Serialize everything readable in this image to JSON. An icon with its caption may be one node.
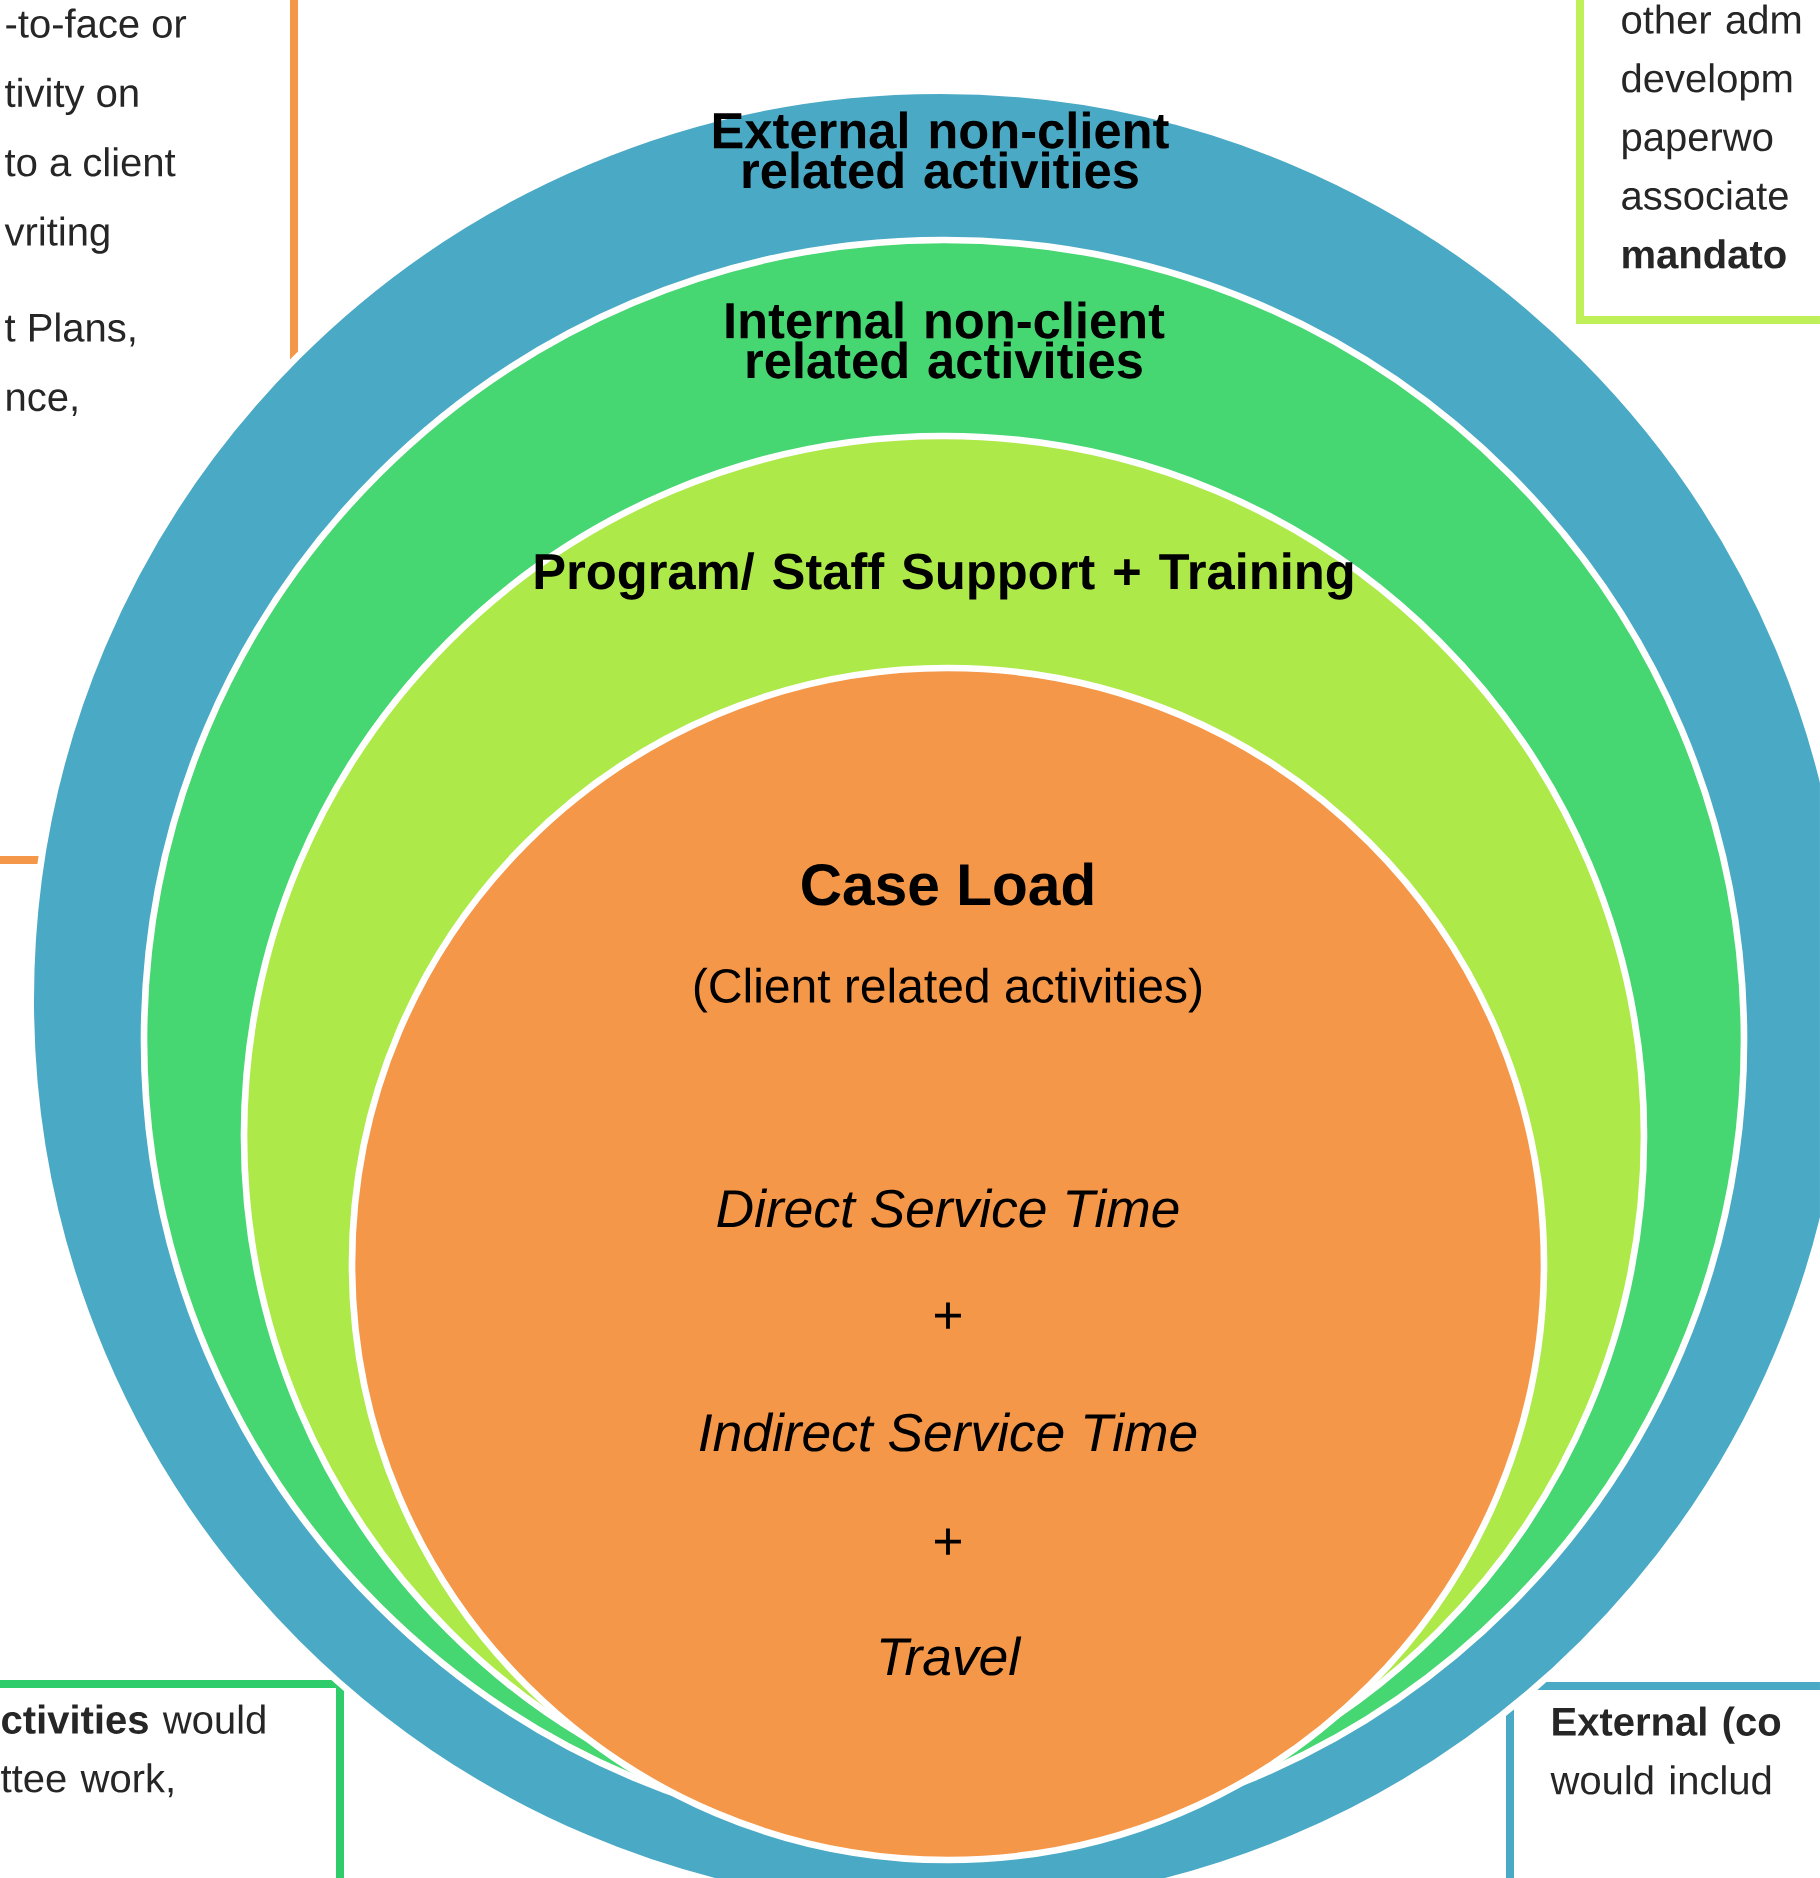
{
  "diagram": {
    "nodes": [
      {
        "text": [
          "External non-client related activities"
        ]
      },
      {
        "text": [
          "Internal non-client related activities"
        ],
        "in": 0
      },
      {
        "text": [
          "Program/ Staff Support + Training"
        ],
        "in": 1
      },
      {
        "text": [
          "Case Load",
          "(Client related activities)",
          "Direct Service Time",
          "+",
          "Indirect Service Time",
          "+",
          "Travel"
        ],
        "in": 2
      },
      {
        "text": [
          "-to-face or",
          "tivity on",
          "to a client",
          "vriting",
          "t Plans,",
          "nce,"
        ]
      },
      {
        "text": [
          "other adm developm paperwo associate **mandato**"
        ]
      },
      {
        "text": [
          "**ctivities** would ttee work,"
        ]
      },
      {
        "text": [
          "**External (co** would includ"
        ]
      }
    ]
  }
}
